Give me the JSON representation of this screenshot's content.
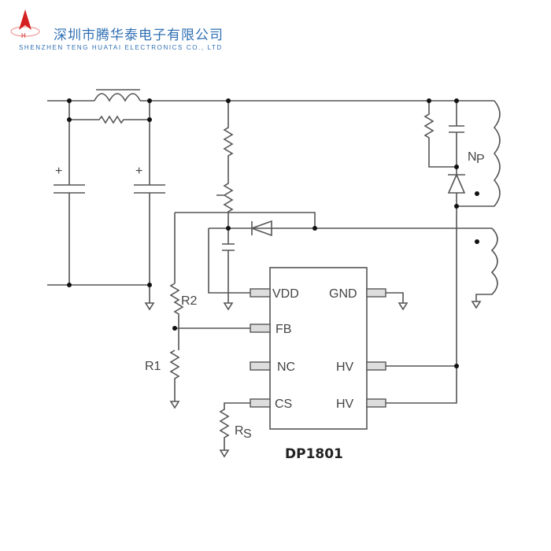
{
  "header": {
    "company_cn": "深圳市腾华泰电子有限公司",
    "company_en": "SHENZHEN TENG HUATAI ELECTRONICS CO., LTD"
  },
  "ic": {
    "part_number": "DP1801",
    "pins": {
      "vdd": "VDD",
      "fb": "FB",
      "nc": "NC",
      "cs": "CS",
      "gnd": "GND",
      "hv1": "HV",
      "hv2": "HV"
    }
  },
  "labels": {
    "r2": "R2",
    "r1": "R1",
    "rs_main": "R",
    "rs_sub": "S",
    "np_main": "N",
    "np_sub": "P",
    "plus": "+"
  }
}
